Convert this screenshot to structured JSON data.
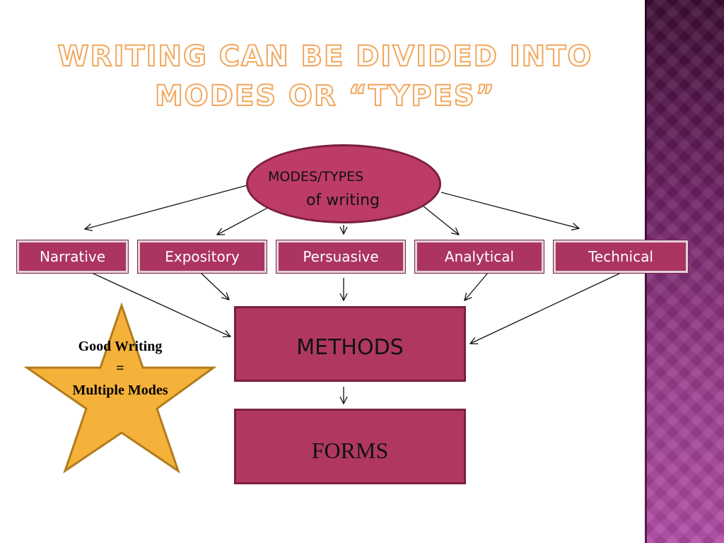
{
  "title": {
    "line1": "Writing can be divided into",
    "line2": "Modes or “Types”"
  },
  "oval": {
    "line1": "MODES/TYPES",
    "line2": "of writing"
  },
  "modes": [
    "Narrative",
    "Expository",
    "Persuasive",
    "Analytical",
    "Technical"
  ],
  "methods": "METHODS",
  "forms": "FORMS",
  "star": {
    "line1": "Good Writing",
    "line2": "=",
    "line3": "Multiple Modes"
  },
  "colors": {
    "box_fill": "#ab3463",
    "oval_fill": "#bd3b67",
    "star_fill": "#f5b23b",
    "title_outline": "#f2a75d",
    "band_dark": "#3e0d33",
    "band_light": "#b04ba4"
  }
}
